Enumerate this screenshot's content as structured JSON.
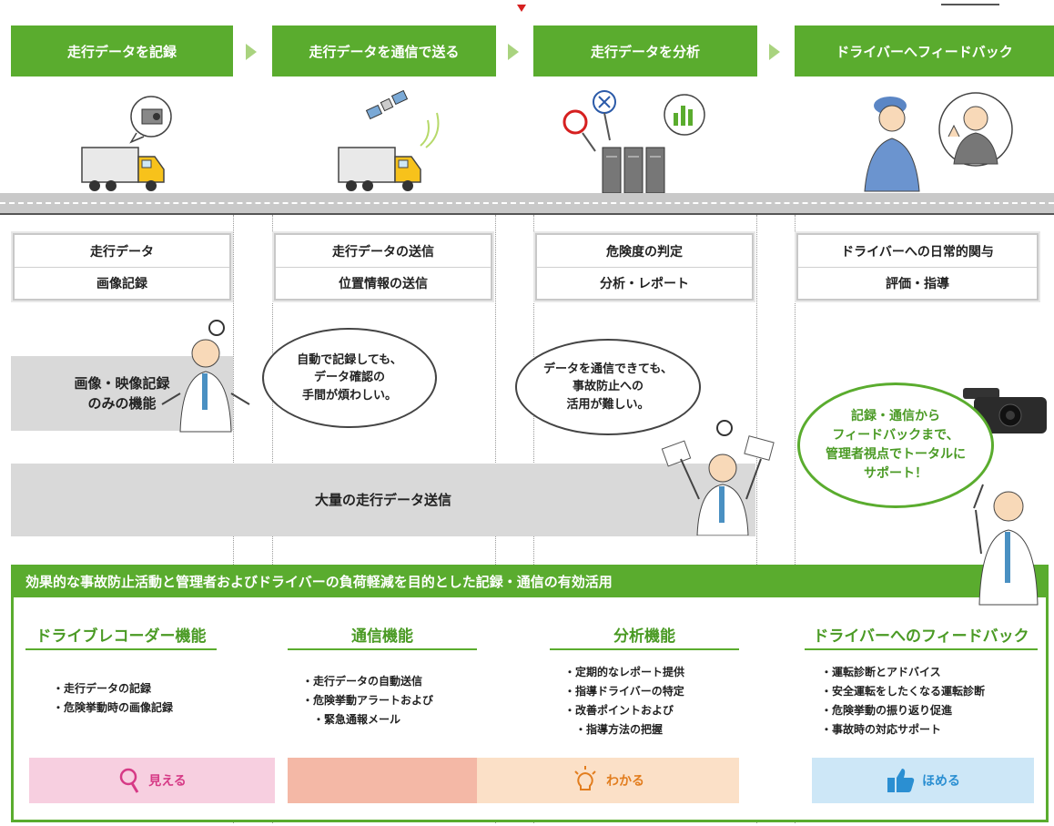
{
  "steps": [
    {
      "label": "走行データを記録"
    },
    {
      "label": "走行データを通信で送る"
    },
    {
      "label": "走行データを分析"
    },
    {
      "label": "ドライバーへフィードバック"
    }
  ],
  "boxes": [
    {
      "line1": "走行データ",
      "line2": "画像記録"
    },
    {
      "line1": "走行データの送信",
      "line2": "位置情報の送信"
    },
    {
      "line1": "危険度の判定",
      "line2": "分析・レポート"
    },
    {
      "line1": "ドライバーへの日常的関与",
      "line2": "評価・指導"
    }
  ],
  "bands": {
    "image_only_line1": "画像・映像記録",
    "image_only_line2": "のみの機能",
    "mass_send": "大量の走行データ送信"
  },
  "bubbles": {
    "b1": [
      "自動で記録しても、",
      "データ確認の",
      "手間が煩わしい。"
    ],
    "b2": [
      "データを通信できても、",
      "事故防止への",
      "活用が難しい。"
    ],
    "b3": [
      "記録・通信から",
      "フィードバックまで、",
      "管理者視点でトータルに",
      "サポート！"
    ]
  },
  "bottom": {
    "headline": "効果的な事故防止活動と管理者およびドライバーの負荷軽減を目的とした記録・通信の有効活用",
    "features": [
      {
        "title": "ドライブレコーダー機能",
        "items": [
          "走行データの記録",
          "危険挙動時の画像記録"
        ]
      },
      {
        "title": "通信機能",
        "items": [
          "走行データの自動送信",
          "危険挙動アラートおよび",
          "緊急通報メール"
        ]
      },
      {
        "title": "分析機能",
        "items": [
          "定期的なレポート提供",
          "指導ドライバーの特定",
          "改善ポイントおよび",
          "指導方法の把握"
        ]
      },
      {
        "title": "ドライバーへのフィードバック",
        "items": [
          "運転診断とアドバイス",
          "安全運転をしたくなる運転診断",
          "危険挙動の振り返り促進",
          "事故時の対応サポート"
        ]
      }
    ],
    "pills": {
      "mieru": "見える",
      "wakaru": "わかる",
      "homeru": "ほめる"
    }
  },
  "colors": {
    "green": "#5aac2e",
    "pink": "#f7cfe0",
    "salmon": "#f4b8a6",
    "peach": "#fbe0c7",
    "blue": "#cde7f7"
  }
}
